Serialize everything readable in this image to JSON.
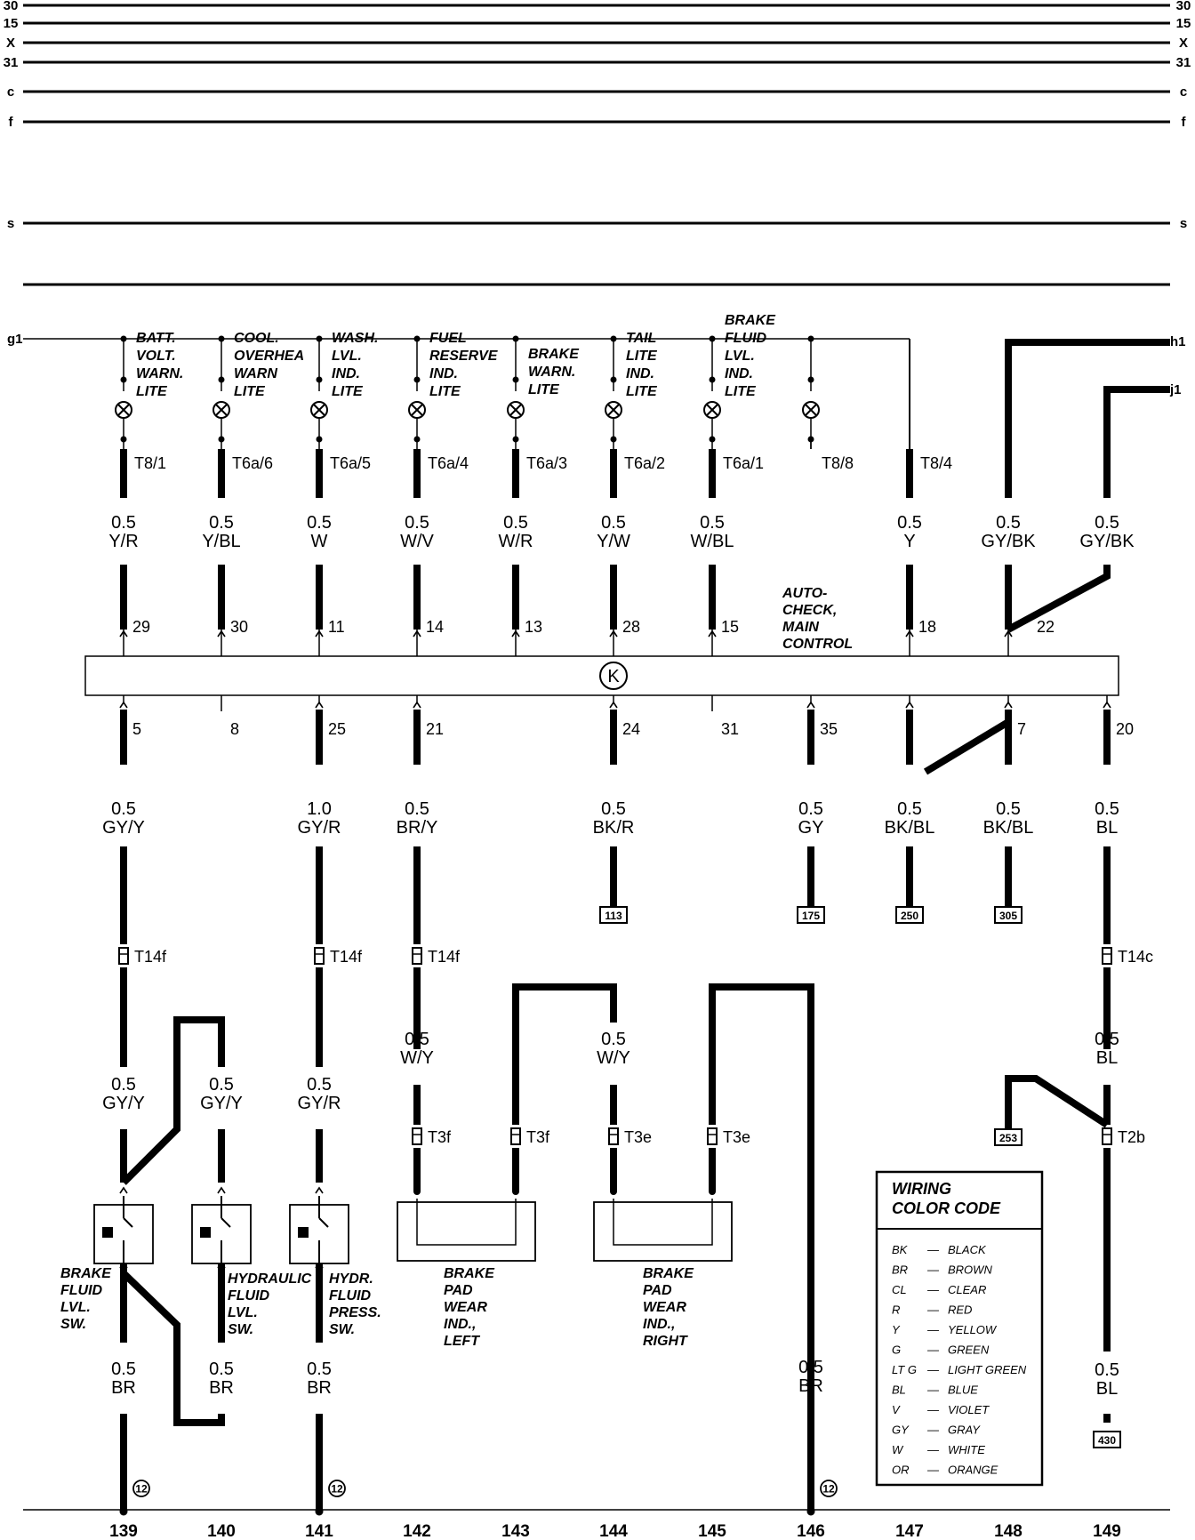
{
  "bus_lines": [
    {
      "label": "30"
    },
    {
      "label": "15"
    },
    {
      "label": "X"
    },
    {
      "label": "31"
    },
    {
      "label": "c"
    },
    {
      "label": "f"
    },
    {
      "label": "s"
    }
  ],
  "ground_bus": {
    "label": "g1"
  },
  "right_refs": [
    {
      "label": "h1"
    },
    {
      "label": "j1"
    }
  ],
  "lamps": [
    {
      "label": [
        "BATT.",
        "VOLT.",
        "WARN.",
        "LITE"
      ],
      "connector": "T8/1"
    },
    {
      "label": [
        "COOL.",
        "OVERHEA",
        "WARN",
        "LITE"
      ],
      "connector": "T6a/6"
    },
    {
      "label": [
        "WASH.",
        "LVL.",
        "IND.",
        "LITE"
      ],
      "connector": "T6a/5"
    },
    {
      "label": [
        "FUEL",
        "RESERVE",
        "IND.",
        "LITE"
      ],
      "connector": "T6a/4"
    },
    {
      "label": [
        "BRAKE",
        "WARN.",
        "LITE"
      ],
      "connector": "T6a/3"
    },
    {
      "label": [
        "TAIL",
        "LITE",
        "IND.",
        "LITE"
      ],
      "connector": "T6a/2"
    },
    {
      "label": [
        "BRAKE",
        "FLUID",
        "LVL.",
        "IND.",
        "LITE"
      ],
      "connector": "T6a/1"
    },
    {
      "label": [],
      "connector": "T8/8"
    },
    {
      "label": [],
      "connector": "T8/4"
    }
  ],
  "upper_wires": [
    {
      "gauge": "0.5",
      "color": "Y/R"
    },
    {
      "gauge": "0.5",
      "color": "Y/BL"
    },
    {
      "gauge": "0.5",
      "color": "W"
    },
    {
      "gauge": "0.5",
      "color": "W/V"
    },
    {
      "gauge": "0.5",
      "color": "W/R"
    },
    {
      "gauge": "0.5",
      "color": "Y/W"
    },
    {
      "gauge": "0.5",
      "color": "W/BL"
    },
    {
      "gauge": "0.5",
      "color": "Y"
    },
    {
      "gauge": "0.5",
      "color": "GY/BK"
    },
    {
      "gauge": "0.5",
      "color": "GY/BK"
    }
  ],
  "control_unit": {
    "label": [
      "AUTO-",
      "CHECK,",
      "MAIN",
      "CONTROL"
    ],
    "symbol": "K",
    "top_pins": [
      "29",
      "30",
      "11",
      "14",
      "13",
      "28",
      "15",
      "18",
      "22"
    ],
    "bottom_pins": [
      "5",
      "8",
      "25",
      "21",
      "24",
      "31",
      "35",
      "7",
      "20"
    ]
  },
  "lower_wires": [
    {
      "gauge": "0.5",
      "color": "GY/Y"
    },
    {
      "gauge": "1.0",
      "color": "GY/R"
    },
    {
      "gauge": "0.5",
      "color": "BR/Y"
    },
    {
      "gauge": "0.5",
      "color": "BK/R"
    },
    {
      "gauge": "0.5",
      "color": "GY"
    },
    {
      "gauge": "0.5",
      "color": "BK/BL"
    },
    {
      "gauge": "0.5",
      "color": "BK/BL"
    },
    {
      "gauge": "0.5",
      "color": "BL"
    }
  ],
  "ref_boxes": [
    "113",
    "175",
    "250",
    "305",
    "253",
    "430"
  ],
  "connectors_mid": [
    "T14f",
    "T14f",
    "T14f",
    "T14c"
  ],
  "mid_wires": [
    {
      "gauge": "0.5",
      "color": "W/Y"
    },
    {
      "gauge": "0.5",
      "color": "W/Y"
    },
    {
      "gauge": "0.5",
      "color": "BL"
    }
  ],
  "connectors_low": [
    "T3f",
    "T3f",
    "T3e",
    "T3e",
    "T2b"
  ],
  "switch_wires": [
    {
      "gauge": "0.5",
      "color": "GY/Y"
    },
    {
      "gauge": "0.5",
      "color": "GY/Y"
    },
    {
      "gauge": "0.5",
      "color": "GY/R"
    }
  ],
  "components": [
    {
      "label": [
        "BRAKE",
        "FLUID",
        "LVL.",
        "SW."
      ]
    },
    {
      "label": [
        "HYDRAULIC",
        "FLUID",
        "LVL.",
        "SW."
      ]
    },
    {
      "label": [
        "HYDR.",
        "FLUID",
        "PRESS.",
        "SW."
      ]
    },
    {
      "label": [
        "BRAKE",
        "PAD",
        "WEAR",
        "IND.,",
        "LEFT"
      ]
    },
    {
      "label": [
        "BRAKE",
        "PAD",
        "WEAR",
        "IND.,",
        "RIGHT"
      ]
    }
  ],
  "ground_wires": [
    {
      "gauge": "0.5",
      "color": "BR"
    },
    {
      "gauge": "0.5",
      "color": "BR"
    },
    {
      "gauge": "0.5",
      "color": "BR"
    },
    {
      "gauge": "0.5",
      "color": "BR"
    },
    {
      "gauge": "0.5",
      "color": "BL"
    }
  ],
  "ground_point": "12",
  "legend": {
    "title": [
      "WIRING",
      "COLOR CODE"
    ],
    "entries": [
      {
        "code": "BK",
        "name": "BLACK"
      },
      {
        "code": "BR",
        "name": "BROWN"
      },
      {
        "code": "CL",
        "name": "CLEAR"
      },
      {
        "code": "R",
        "name": "RED"
      },
      {
        "code": "Y",
        "name": "YELLOW"
      },
      {
        "code": "G",
        "name": "GREEN"
      },
      {
        "code": "LT G",
        "name": "LIGHT GREEN"
      },
      {
        "code": "BL",
        "name": "BLUE"
      },
      {
        "code": "V",
        "name": "VIOLET"
      },
      {
        "code": "GY",
        "name": "GRAY"
      },
      {
        "code": "W",
        "name": "WHITE"
      },
      {
        "code": "OR",
        "name": "ORANGE"
      }
    ]
  },
  "column_numbers": [
    "139",
    "140",
    "141",
    "142",
    "143",
    "144",
    "145",
    "146",
    "147",
    "148",
    "149"
  ]
}
